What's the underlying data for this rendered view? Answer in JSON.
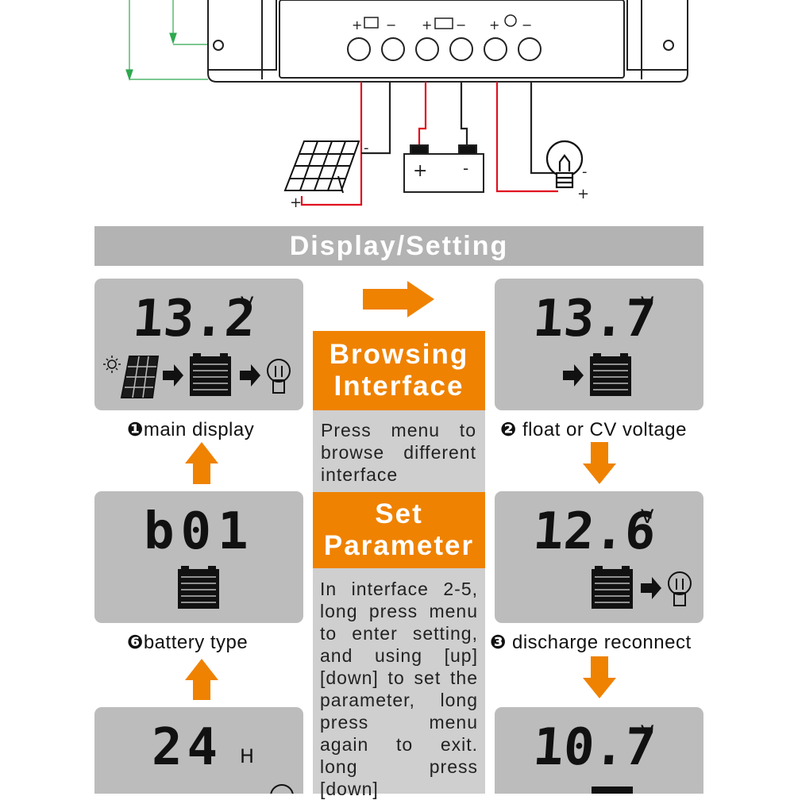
{
  "wiring": {
    "terminal_pairs": [
      {
        "plus": "+",
        "minus": "−",
        "icon": "solar-panel-icon"
      },
      {
        "plus": "+",
        "minus": "−",
        "icon": "battery-icon"
      },
      {
        "plus": "+",
        "minus": "−",
        "icon": "bulb-icon"
      }
    ],
    "solar_plus": "+",
    "solar_minus": "-",
    "battery_plus": "+",
    "battery_minus": "-",
    "load_minus": "-",
    "load_plus": "+"
  },
  "header": {
    "title": "Display/Setting"
  },
  "panels": {
    "main": {
      "value": "13.2",
      "unit": "V",
      "caption_num": "❶",
      "caption": "main display"
    },
    "float": {
      "value": "13.7",
      "unit": "V",
      "caption_num": "❷",
      "caption": " float or CV voltage"
    },
    "discharge": {
      "value": "12.6",
      "unit": "V",
      "caption_num": "❸",
      "caption": " discharge reconnect"
    },
    "battery_type": {
      "value": "b01",
      "caption_num": "❻",
      "caption": "battery type"
    },
    "hours": {
      "value": "24",
      "unit": "H"
    },
    "low_voltage": {
      "value": "10.7",
      "unit": "V"
    }
  },
  "center": {
    "browsing_title_1": "Browsing",
    "browsing_title_2": "Interface",
    "browsing_desc": [
      "Press menu to",
      "browse different",
      "interface"
    ],
    "set_title_1": "Set",
    "set_title_2": "Parameter",
    "set_desc": [
      "In interface 2-5,",
      "long press menu",
      "to enter setting,",
      "and using [up]",
      "[down] to set the",
      "parameter, long",
      "press menu",
      "again to exit.",
      "long press",
      "[down]"
    ]
  },
  "colors": {
    "orange": "#ef8200",
    "panel_gray": "#bcbcbc",
    "header_gray": "#b3b3b3",
    "wire_red": "#e0101f",
    "wire_black": "#222222",
    "dim_green": "#2fa84f"
  }
}
